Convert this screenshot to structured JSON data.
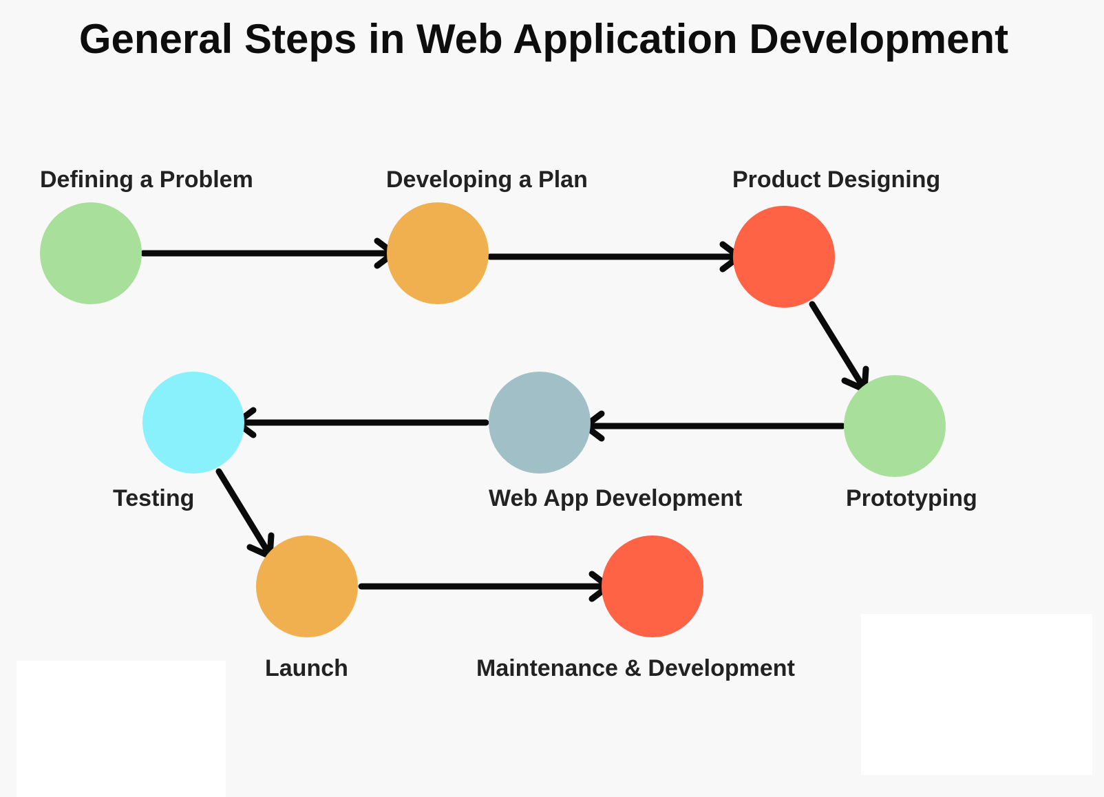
{
  "title": "General Steps in Web Application Development",
  "colors": {
    "background": "#f8f8f8",
    "arrow": "#0a0a0a",
    "green": "#a8df9a",
    "orange": "#f0b050",
    "red": "#fe6346",
    "slate": "#a0bfc6",
    "cyan": "#88f1fb"
  },
  "steps": [
    {
      "label": "Defining a Problem",
      "color": "#a8df9a"
    },
    {
      "label": "Developing a Plan",
      "color": "#f0b050"
    },
    {
      "label": "Product Designing",
      "color": "#fe6346"
    },
    {
      "label": "Prototyping",
      "color": "#a8df9a"
    },
    {
      "label": "Web App Development",
      "color": "#a0bfc6"
    },
    {
      "label": "Testing",
      "color": "#88f1fb"
    },
    {
      "label": "Launch",
      "color": "#f0b050"
    },
    {
      "label": "Maintenance & Development",
      "color": "#fe6346"
    }
  ]
}
